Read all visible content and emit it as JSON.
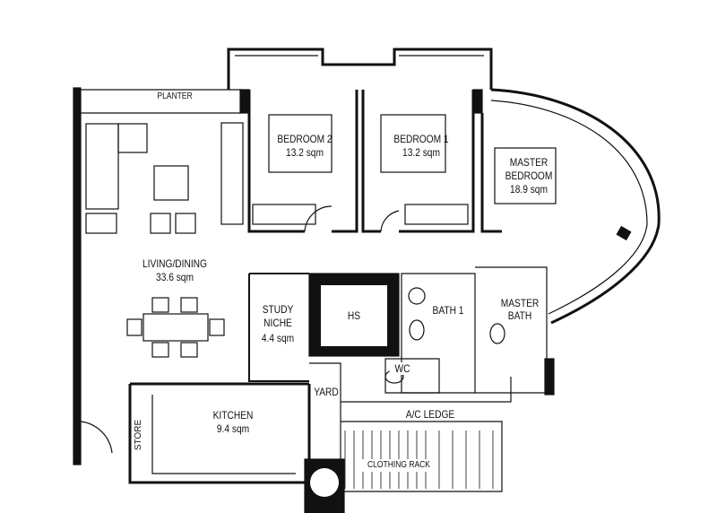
{
  "rooms": {
    "planter": "PLANTER",
    "bedroom2": {
      "name": "BEDROOM 2",
      "area": "13.2 sqm"
    },
    "bedroom1": {
      "name": "BEDROOM 1",
      "area": "13.2 sqm"
    },
    "master_bedroom": {
      "name1": "MASTER",
      "name2": "BEDROOM",
      "area": "18.9 sqm"
    },
    "living_dining": {
      "name": "LIVING/DINING",
      "area": "33.6 sqm"
    },
    "study_niche": {
      "name1": "STUDY",
      "name2": "NICHE",
      "area": "4.4 sqm"
    },
    "hs": "HS",
    "bath1": "BATH 1",
    "master_bath": {
      "name1": "MASTER",
      "name2": "BATH"
    },
    "wc": "WC",
    "yard": "YARD",
    "kitchen": {
      "name": "KITCHEN",
      "area": "9.4 sqm"
    },
    "store": "STORE",
    "ac_ledge": "A/C  LEDGE",
    "rack": "CLOTHING RACK"
  }
}
